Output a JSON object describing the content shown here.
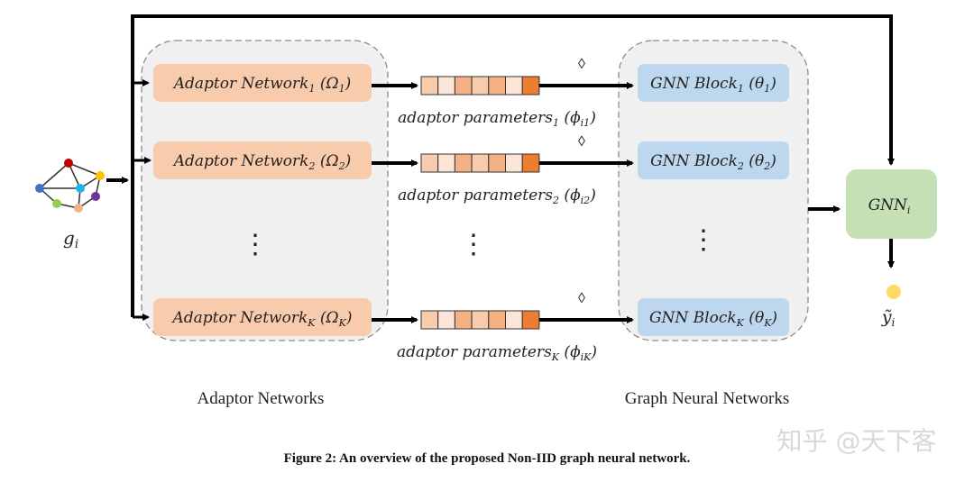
{
  "input_graph": {
    "label": "g",
    "label_sub": "i",
    "node_colors": [
      "#c00000",
      "#4472c4",
      "#1fb5e8",
      "#ffc000",
      "#7030a0",
      "#92d050",
      "#f4b183"
    ]
  },
  "adaptor_networks": [
    {
      "name": "Adaptor Network",
      "sub": "1",
      "param": "Ω",
      "param_sub": "1"
    },
    {
      "name": "Adaptor Network",
      "sub": "2",
      "param": "Ω",
      "param_sub": "2"
    },
    {
      "name": "Adaptor Network",
      "sub": "K",
      "param": "Ω",
      "param_sub": "K"
    }
  ],
  "adaptor_parameters": [
    {
      "name": "adaptor parameters",
      "sub": "1",
      "param": "ϕ",
      "param_sub": "i1"
    },
    {
      "name": "adaptor parameters",
      "sub": "2",
      "param": "ϕ",
      "param_sub": "i2"
    },
    {
      "name": "adaptor parameters",
      "sub": "K",
      "param": "ϕ",
      "param_sub": "iK"
    }
  ],
  "parameter_vector_cells": [
    "#f8cbad",
    "#fce4d6",
    "#f4b183",
    "#f8cbad",
    "#f4b183",
    "#fce4d6",
    "#ed7d31"
  ],
  "operator_symbol": "◊",
  "gnn_blocks": [
    {
      "name": "GNN Block",
      "sub": "1",
      "param": "θ",
      "param_sub": "1"
    },
    {
      "name": "GNN Block",
      "sub": "2",
      "param": "θ",
      "param_sub": "2"
    },
    {
      "name": "GNN Block",
      "sub": "K",
      "param": "θ",
      "param_sub": "K"
    }
  ],
  "gnn_output": {
    "name": "GNN",
    "sub": "i"
  },
  "prediction": {
    "label": "ỹ",
    "sub": "i",
    "color": "#ffd966"
  },
  "ellipsis": "⋮",
  "group_labels": {
    "adaptor": "Adaptor Networks",
    "gnn": "Graph Neural Networks"
  },
  "caption": "Figure 2: An overview of the proposed Non-IID graph neural network.",
  "watermark": "知乎 @天下客",
  "colors": {
    "adaptor_box": "#f8cbad",
    "gnn_box": "#bdd7ee",
    "gnn_output_box": "#c5e0b4",
    "container_fill": "#f0f0f0",
    "container_stroke": "#8c8c8c",
    "arrow": "#000000"
  }
}
